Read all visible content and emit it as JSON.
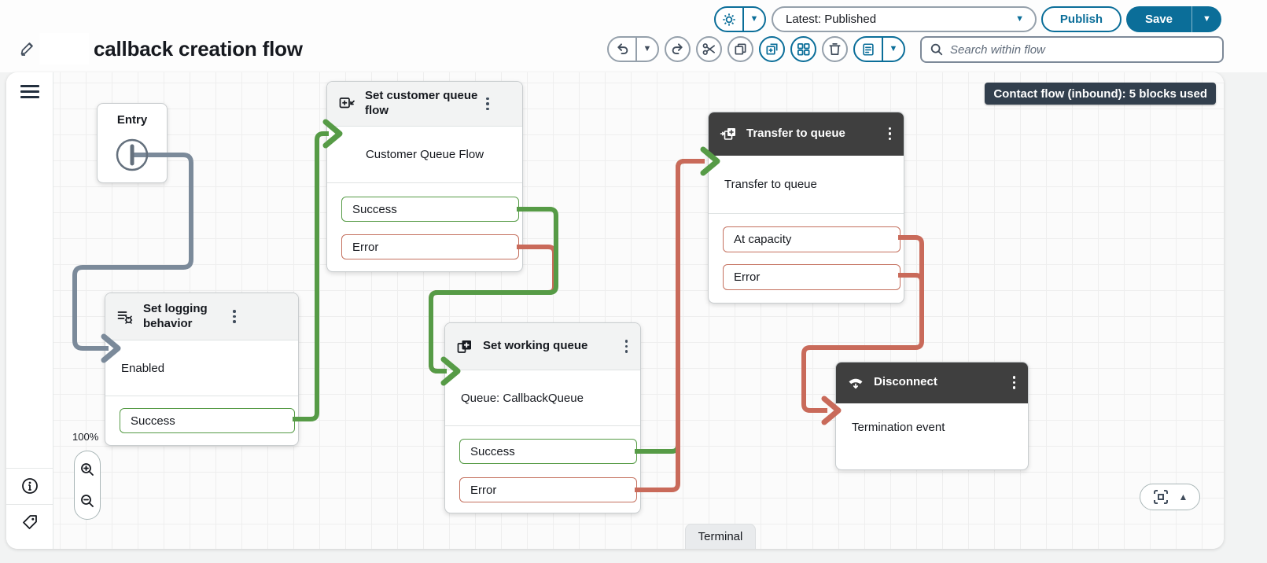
{
  "topbar": {
    "flow_title": "callback creation flow",
    "version_label": "Latest: Published",
    "publish_label": "Publish",
    "save_label": "Save",
    "search": {
      "placeholder": "Search within flow"
    }
  },
  "canvas": {
    "type_badge": "Contact flow (inbound): 5 blocks used",
    "zoom_level": "100%",
    "terminal_tab": "Terminal",
    "blocks": {
      "entry": {
        "title": "Entry"
      },
      "customer_queue_flow": {
        "title": "Set customer queue flow",
        "body": "Customer Queue Flow",
        "outputs": {
          "success": "Success",
          "error": "Error"
        }
      },
      "logging": {
        "title": "Set logging behavior",
        "body": "Enabled",
        "outputs": {
          "success": "Success"
        }
      },
      "working_queue": {
        "title": "Set working queue",
        "body": "Queue: CallbackQueue",
        "outputs": {
          "success": "Success",
          "error": "Error"
        }
      },
      "transfer": {
        "title": "Transfer to queue",
        "body": "Transfer to queue",
        "outputs": {
          "at_capacity": "At capacity",
          "error": "Error"
        }
      },
      "disconnect": {
        "title": "Disconnect",
        "body": "Termination event"
      }
    }
  },
  "glyphs": {
    "triangle_down": "▼",
    "triangle_up": "▲"
  },
  "colors": {
    "accent_blue": "#0b6e99",
    "success_green": "#569b46",
    "error_red": "#c4705e",
    "neutral_connector": "#7b8a9a",
    "dark_block_header": "#3f3f3f",
    "badge_bg": "#323f4d"
  }
}
